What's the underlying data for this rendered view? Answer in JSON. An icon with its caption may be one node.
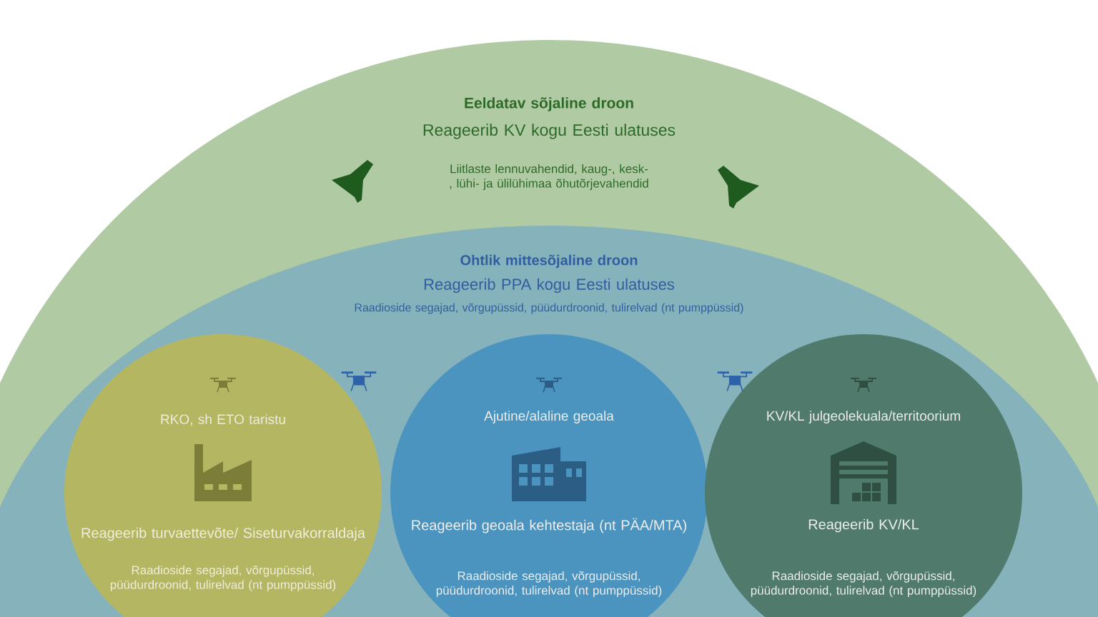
{
  "diagram": {
    "nodes": [
      {
        "text": [
          "Eeldatav sõjaline droon",
          "Reageerib KV kogu Eesti ulatuses",
          "Liitlaste lennuvahendid, kaug-, kesk-, lühi- ja ülilühimaa õhutõrjevahendid"
        ]
      },
      {
        "text": [
          "Ohtlik mittesõjaline droon",
          "Reageerib PPA kogu Eesti ulatuses",
          "Raadioside segajad, võrgupüssid, püüdurdroonid, tulirelvad (nt pumppüssid)"
        ],
        "in": 0
      },
      {
        "text": [
          "RKO, sh ETO taristu",
          "Reageerib turvaettevõte/ Siseturvakorraldaja",
          "Raadioside segajad, võrgupüssid, püüdurdroonid, tulirelvad (nt pumppüssid)"
        ],
        "in": 1
      },
      {
        "text": [
          "Ajutine/alaline geoala",
          "Reageerib geoala kehtestaja (nt PÄA/MTA)",
          "Raadioside segajad, võrgupüssid, püüdurdroonid, tulirelvad (nt pumppüssid)"
        ],
        "in": 1
      },
      {
        "text": [
          "KV/KL julgeolekuala/territoorium",
          "Reageerib KV/KL",
          "Raadioside segajad, võrgupüssid, püüdurdroonid, tulirelvad (nt pumppüssid)"
        ],
        "in": 1
      }
    ]
  }
}
